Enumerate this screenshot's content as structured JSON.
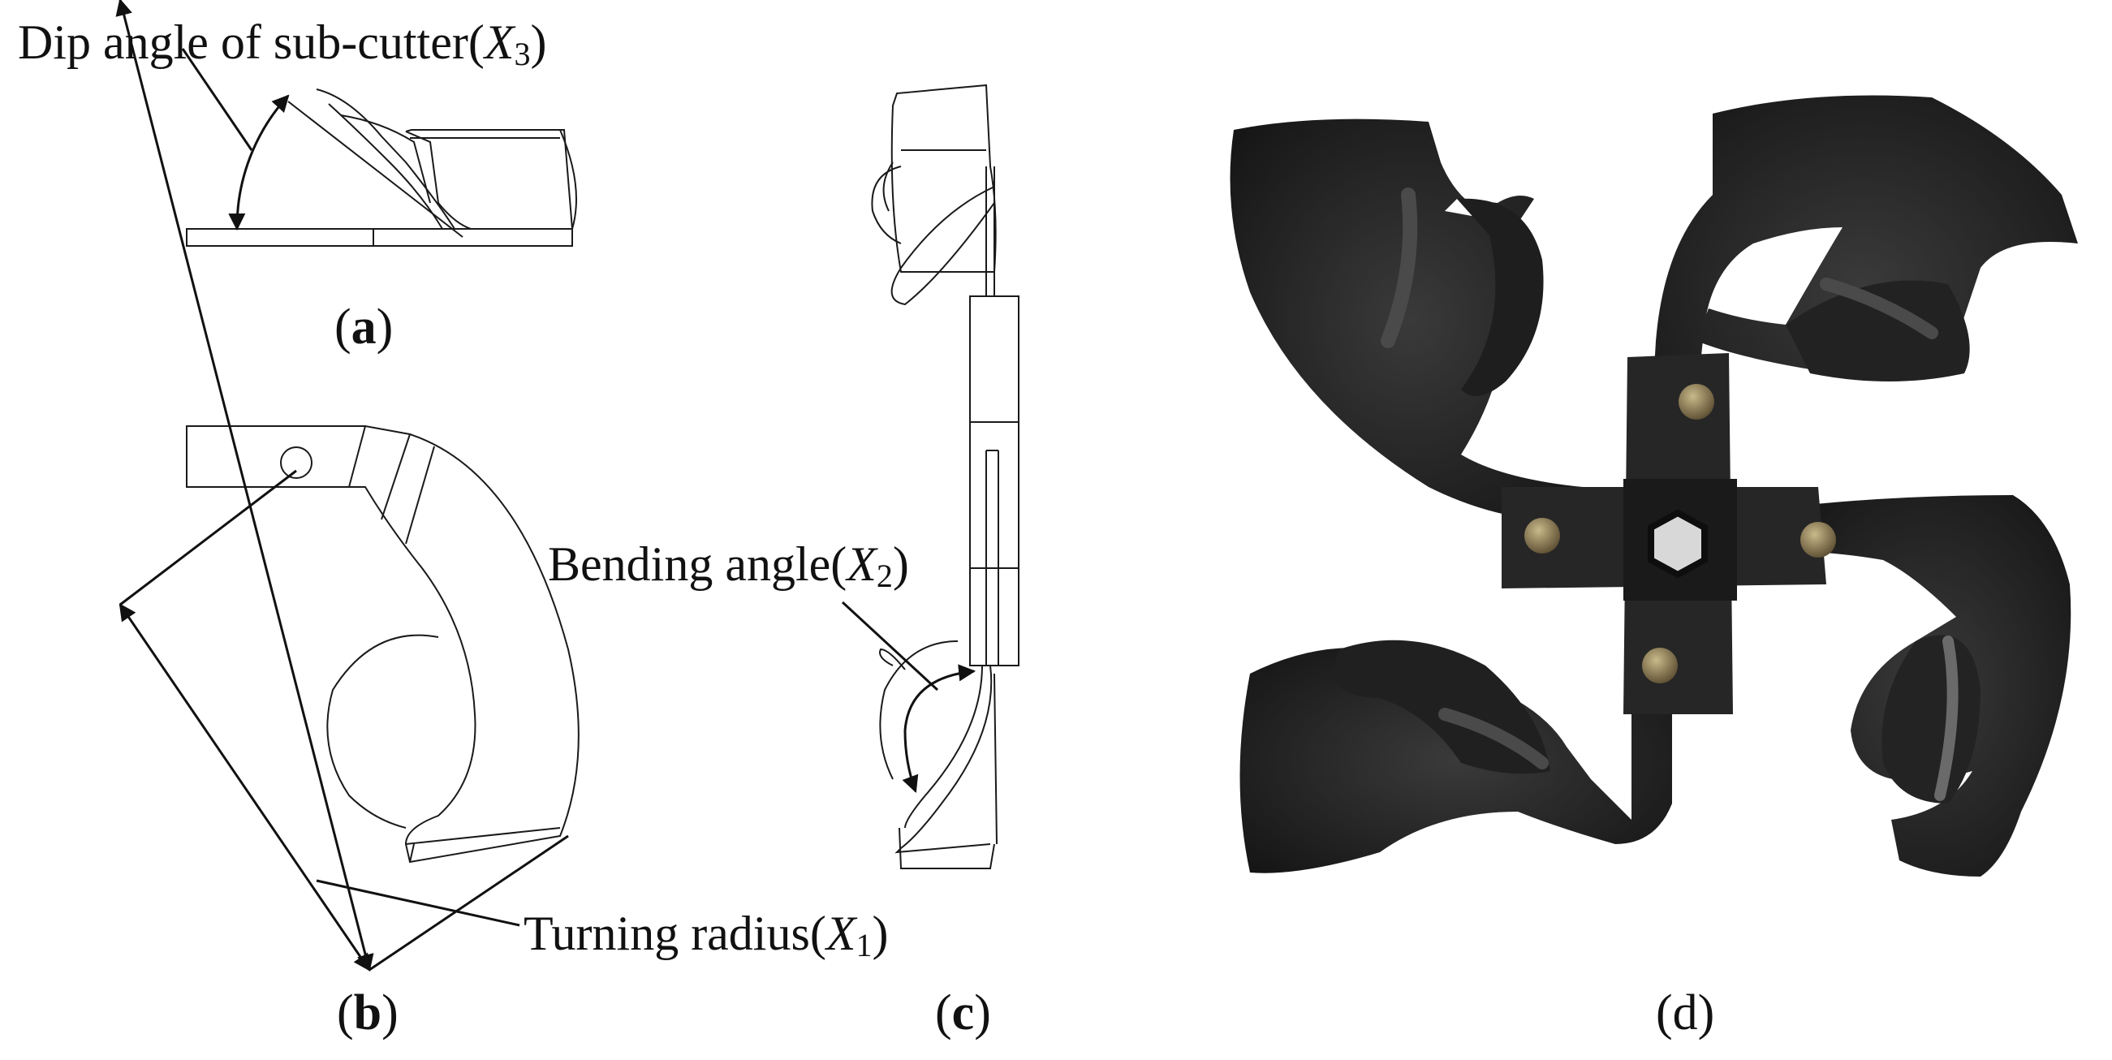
{
  "annotations": {
    "dip_angle": {
      "text": "Dip angle of sub-cutter(",
      "symbol": "X",
      "subscript": "3",
      "close": ")"
    },
    "bending_angle": {
      "text": "Bending angle(",
      "symbol": "X",
      "subscript": "2",
      "close": ")"
    },
    "turning_radius": {
      "text": "Turning radius(",
      "symbol": "X",
      "subscript": "1",
      "close": ")"
    }
  },
  "panels": {
    "a": {
      "open": "(",
      "letter": "a",
      "close": ")"
    },
    "b": {
      "open": "(",
      "letter": "b",
      "close": ")"
    },
    "c": {
      "open": "(",
      "letter": "c",
      "close": ")"
    },
    "d": {
      "open": "(",
      "letter": "d",
      "close": ")"
    }
  },
  "colors": {
    "line": "#1a1a1a",
    "background": "#ffffff",
    "blade_dark": "#1c1c1c",
    "blade_highlight": "#3a3a3a",
    "bolt": "#8a7a55"
  }
}
